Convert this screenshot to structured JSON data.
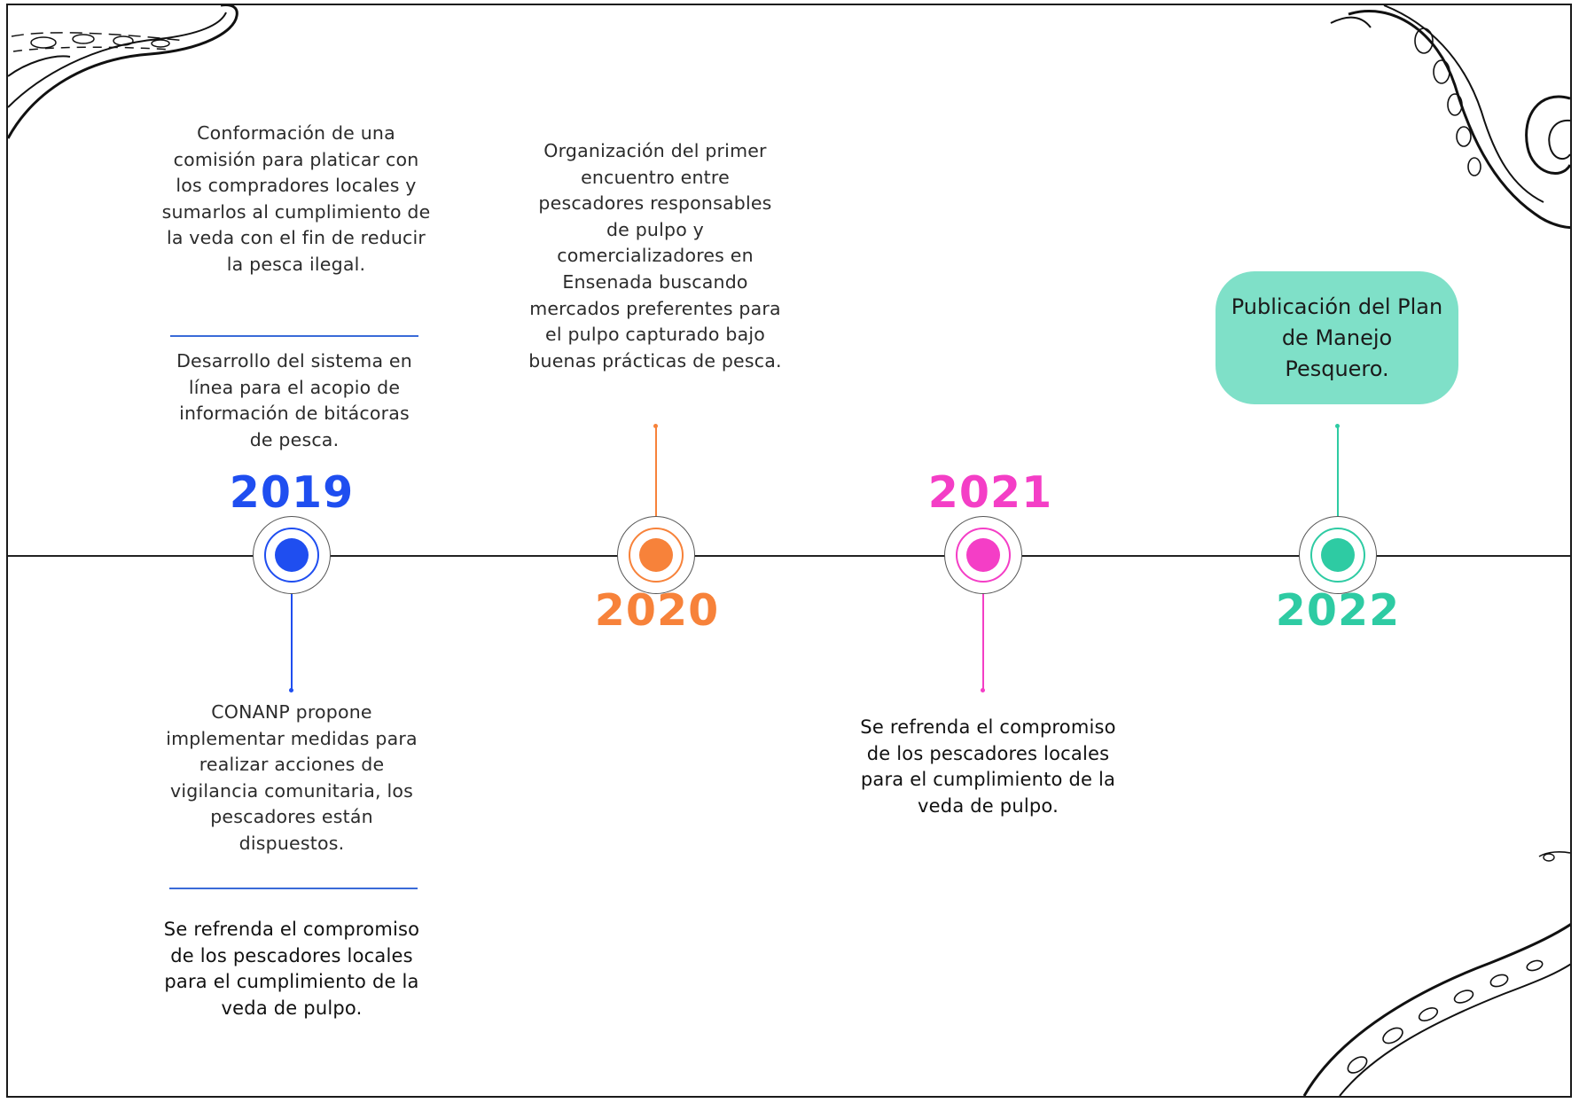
{
  "colors": {
    "y2019": "#1f4ef0",
    "y2020": "#f7823a",
    "y2021": "#f43ec6",
    "y2022": "#2ecba3",
    "pill_bg": "#7fe0c8",
    "separator": "#3a6bd8"
  },
  "timeline": [
    {
      "year": "2019",
      "above": [
        "Conformación de una comisión para platicar con los compradores locales y sumarlos al cumplimiento de la veda con el fin de reducir la pesca ilegal.",
        "Desarrollo del sistema en línea para el acopio de información de bitácoras de pesca."
      ],
      "below": [
        "CONANP propone implementar medidas para realizar acciones de vigilancia comunitaria, los pescadores están dispuestos.",
        "Se refrenda el compromiso de los pescadores locales para el cumplimiento de la veda de pulpo."
      ]
    },
    {
      "year": "2020",
      "above": [
        "Organización del primer encuentro entre pescadores responsables de pulpo y comercializadores en Ensenada buscando mercados preferentes para el pulpo capturado bajo buenas prácticas de pesca."
      ]
    },
    {
      "year": "2021",
      "below": [
        "Se refrenda el compromiso de los pescadores locales para el cumplimiento de la veda de pulpo."
      ]
    },
    {
      "year": "2022",
      "above": [
        "Publicación del Plan de Manejo Pesquero."
      ]
    }
  ],
  "decorations": [
    "octopus-tentacle-top-left",
    "octopus-tentacle-top-right",
    "octopus-tentacle-bottom-right"
  ]
}
